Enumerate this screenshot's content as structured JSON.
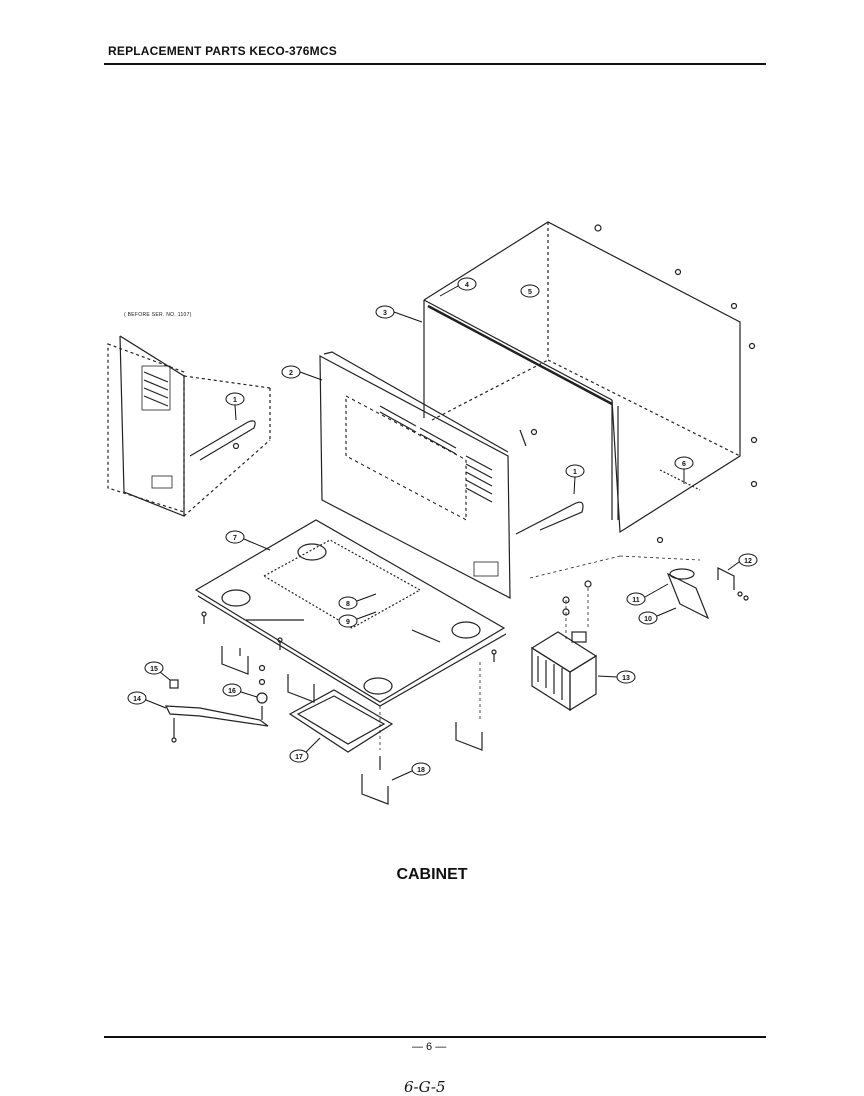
{
  "header": {
    "title": "REPLACEMENT PARTS KECO-376MCS"
  },
  "note": "( BEFORE SER. NO. 1107)",
  "caption": "CABINET",
  "footer": {
    "page_number": "— 6 —",
    "handwritten_code": "6-G-5"
  },
  "callouts": [
    "1",
    "2",
    "3",
    "4",
    "5",
    "6",
    "7",
    "8",
    "9",
    "10",
    "11",
    "12",
    "13",
    "14",
    "15",
    "16",
    "17",
    "18"
  ]
}
